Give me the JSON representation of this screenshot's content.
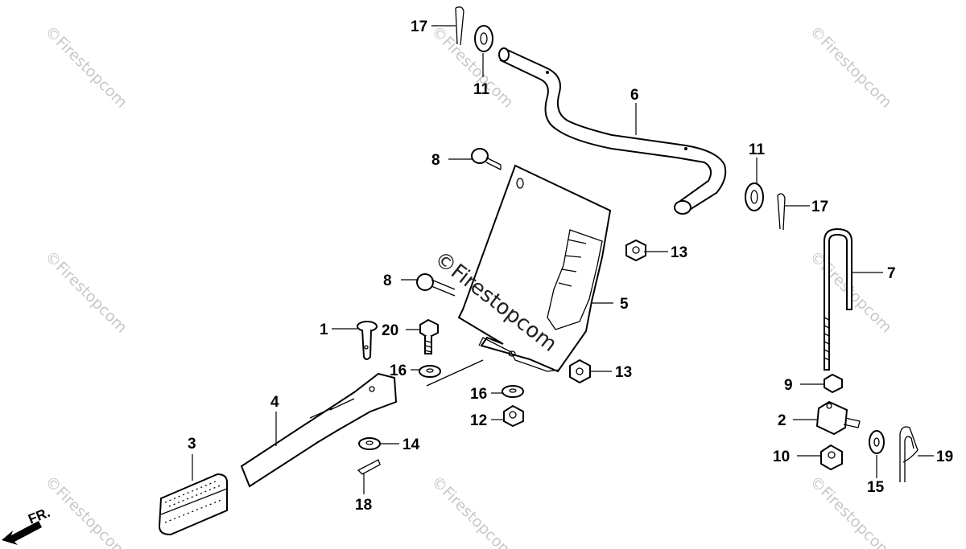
{
  "callouts": {
    "c1": "1",
    "c2": "2",
    "c3": "3",
    "c4": "4",
    "c5": "5",
    "c6": "6",
    "c7": "7",
    "c8a": "8",
    "c8b": "8",
    "c9": "9",
    "c10": "10",
    "c11a": "11",
    "c11b": "11",
    "c12": "12",
    "c13a": "13",
    "c13b": "13",
    "c14": "14",
    "c15": "15",
    "c16a": "16",
    "c16b": "16",
    "c17a": "17",
    "c17b": "17",
    "c18": "18",
    "c19": "19",
    "c20": "20"
  },
  "direction_label": "FR.",
  "watermarks": {
    "w1": "©Firestopcom",
    "w2": "©Firestopcom",
    "w3": "©Firestopcom",
    "w4": "©Firestopcom",
    "w5": "©Firestopcom",
    "w6": "©Firestopcom",
    "w7": "©Firestopcom",
    "w8": "©Firestopcom",
    "center": "©Firestopcom"
  }
}
